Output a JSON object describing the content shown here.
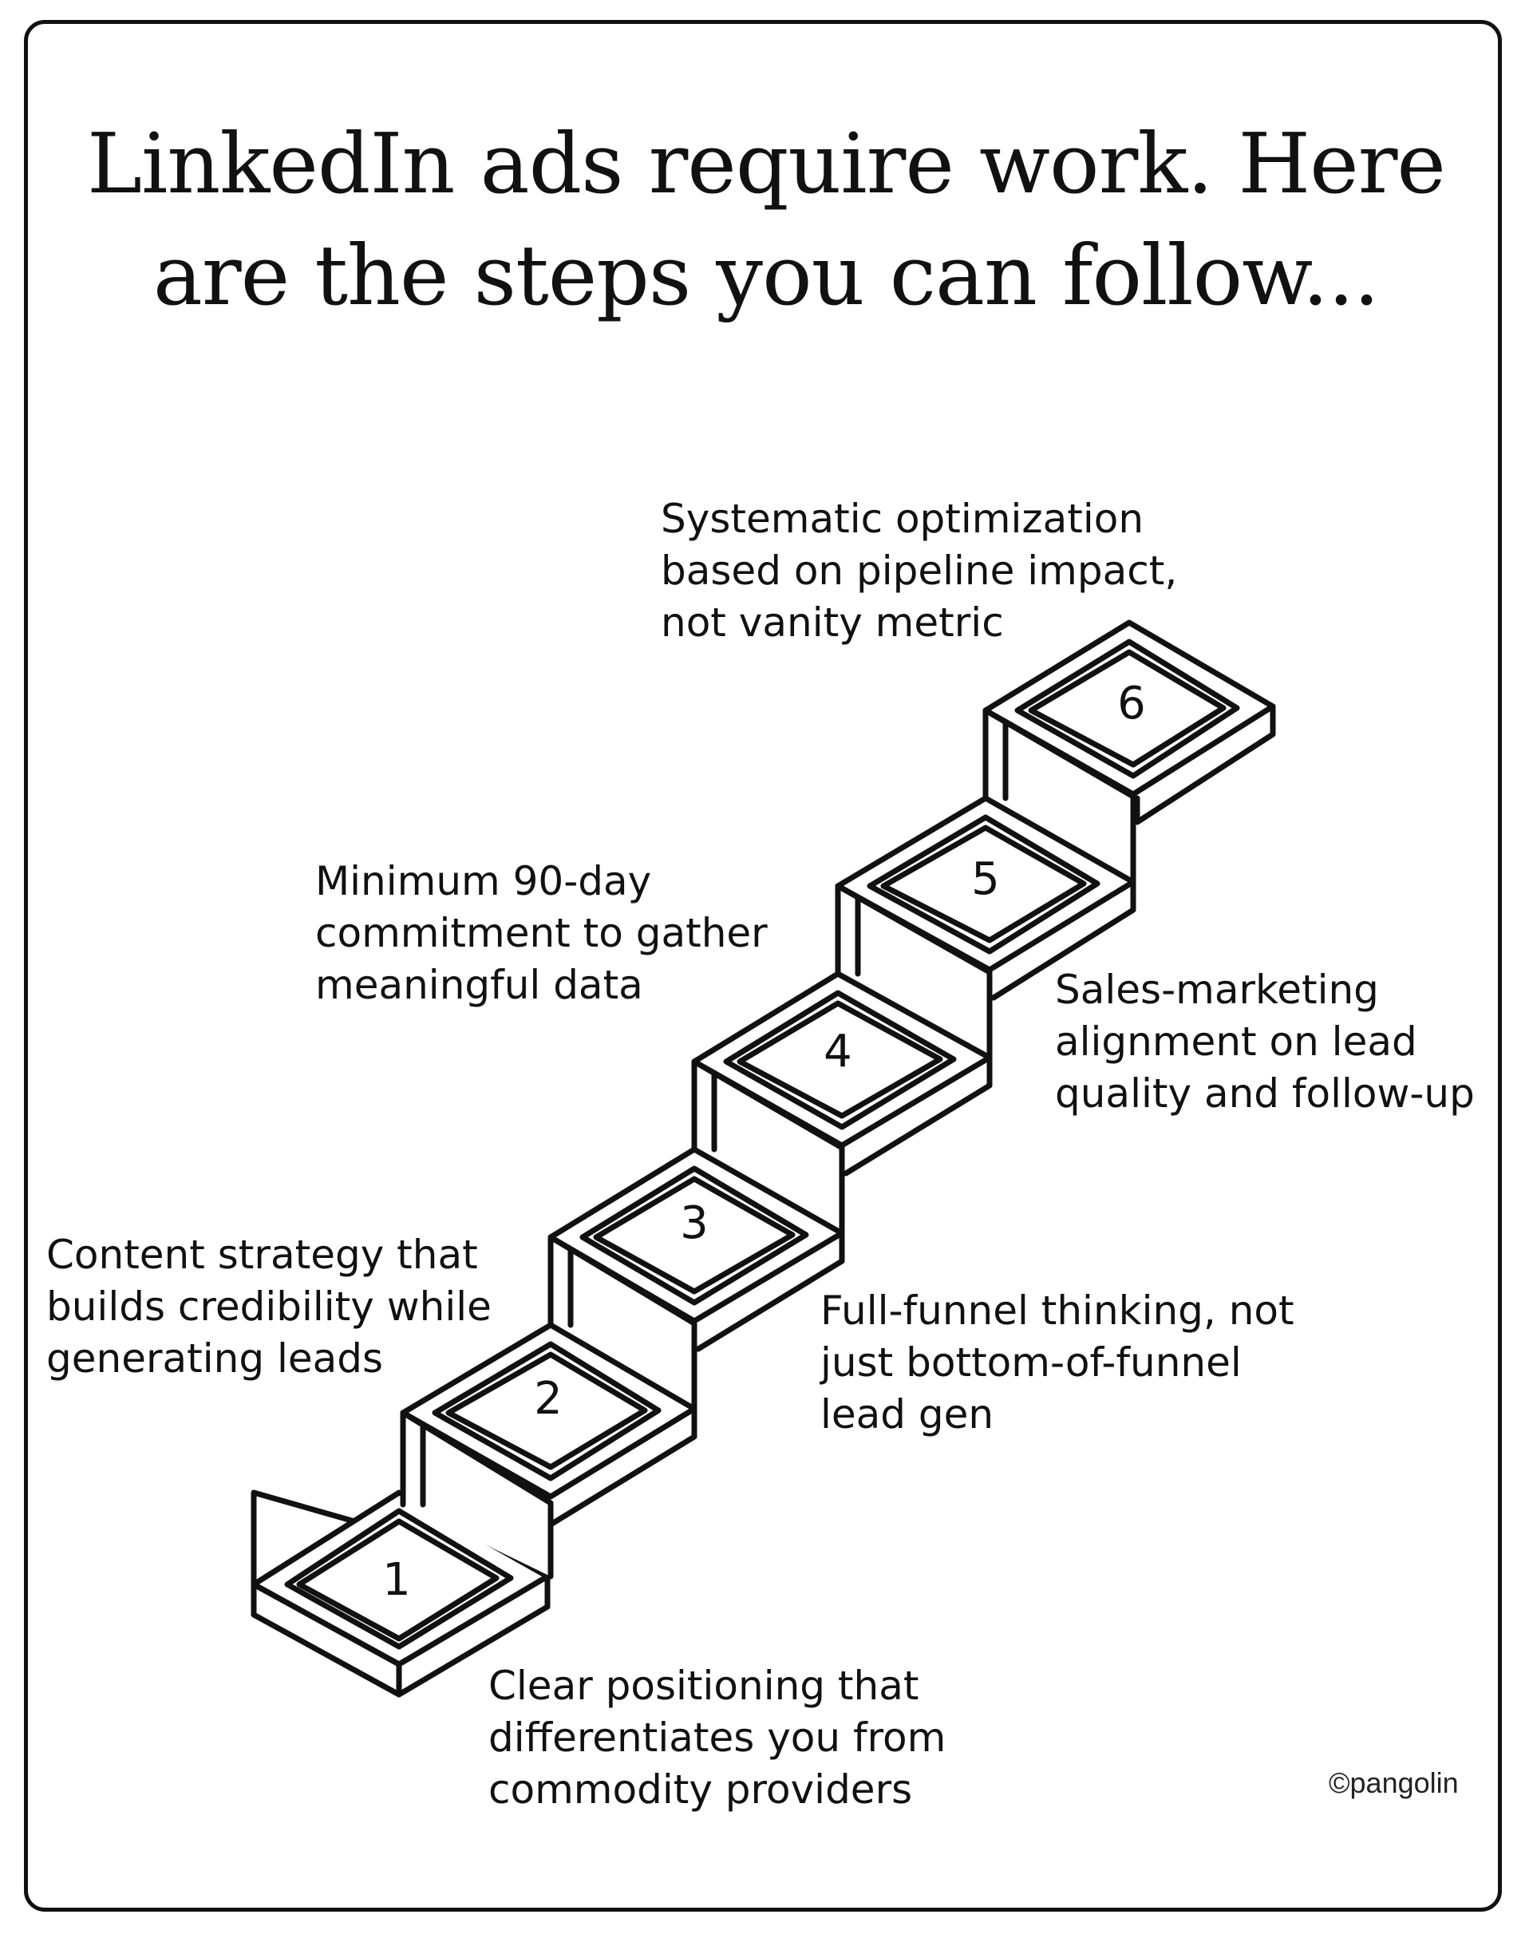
{
  "title": {
    "line1": "LinkedIn ads require work. Here",
    "line2": "are the steps you can follow..."
  },
  "steps": [
    {
      "number": "1",
      "lines": [
        "Clear positioning that",
        "differentiates you from",
        "commodity providers"
      ]
    },
    {
      "number": "2",
      "lines": [
        "Content strategy that",
        "builds credibility while",
        "generating leads"
      ]
    },
    {
      "number": "3",
      "lines": [
        "Full-funnel thinking, not",
        "just bottom-of-funnel",
        "lead gen"
      ]
    },
    {
      "number": "4",
      "lines": [
        "Minimum 90-day",
        "commitment to gather",
        "meaningful data"
      ]
    },
    {
      "number": "5",
      "lines": [
        "Sales-marketing",
        "alignment on lead",
        "quality and follow-up"
      ]
    },
    {
      "number": "6",
      "lines": [
        "Systematic optimization",
        "based on pipeline impact,",
        "not vanity metric"
      ]
    }
  ],
  "credit": "©pangolin"
}
